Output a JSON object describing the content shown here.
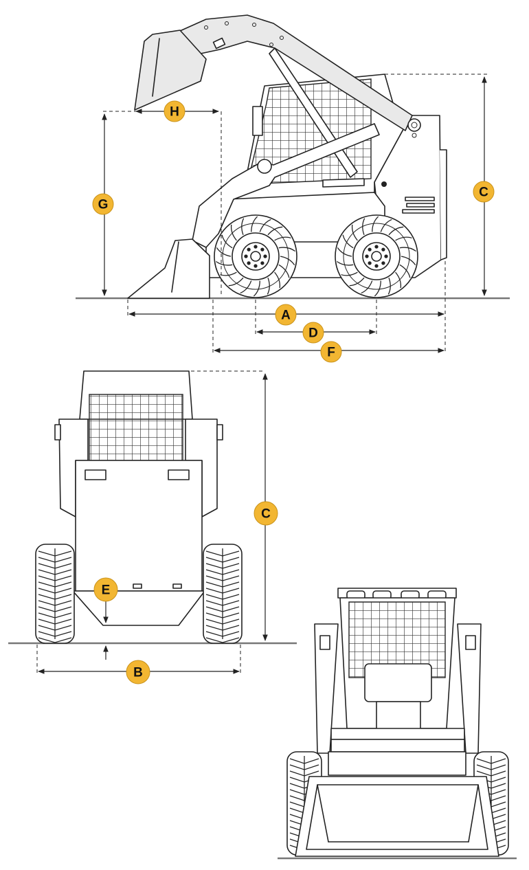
{
  "labels": {
    "A": "A",
    "B": "B",
    "C": "C",
    "D": "D",
    "E": "E",
    "F": "F",
    "G": "G",
    "H": "H"
  },
  "colors": {
    "badge": "#f2b632",
    "line": "#222222",
    "ground": "#777777"
  }
}
